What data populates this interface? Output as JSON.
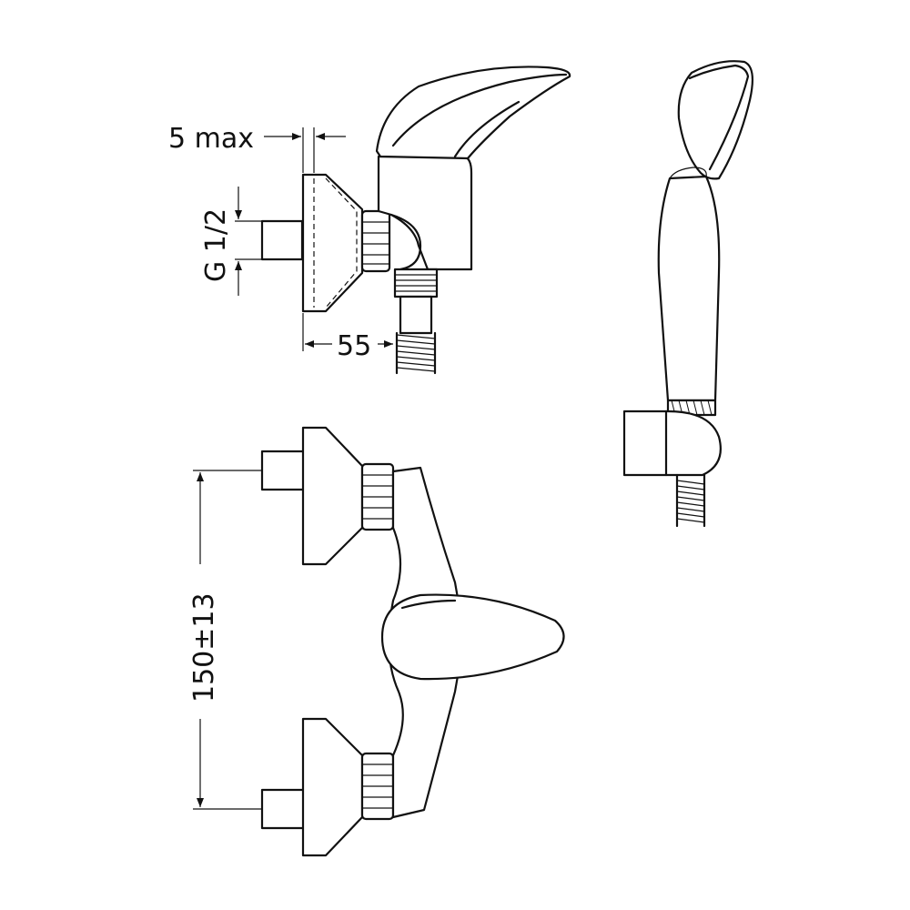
{
  "dimensions": {
    "wall_gap": "5 max",
    "thread": "G 1/2",
    "depth": "55",
    "center_distance": "150±13"
  }
}
